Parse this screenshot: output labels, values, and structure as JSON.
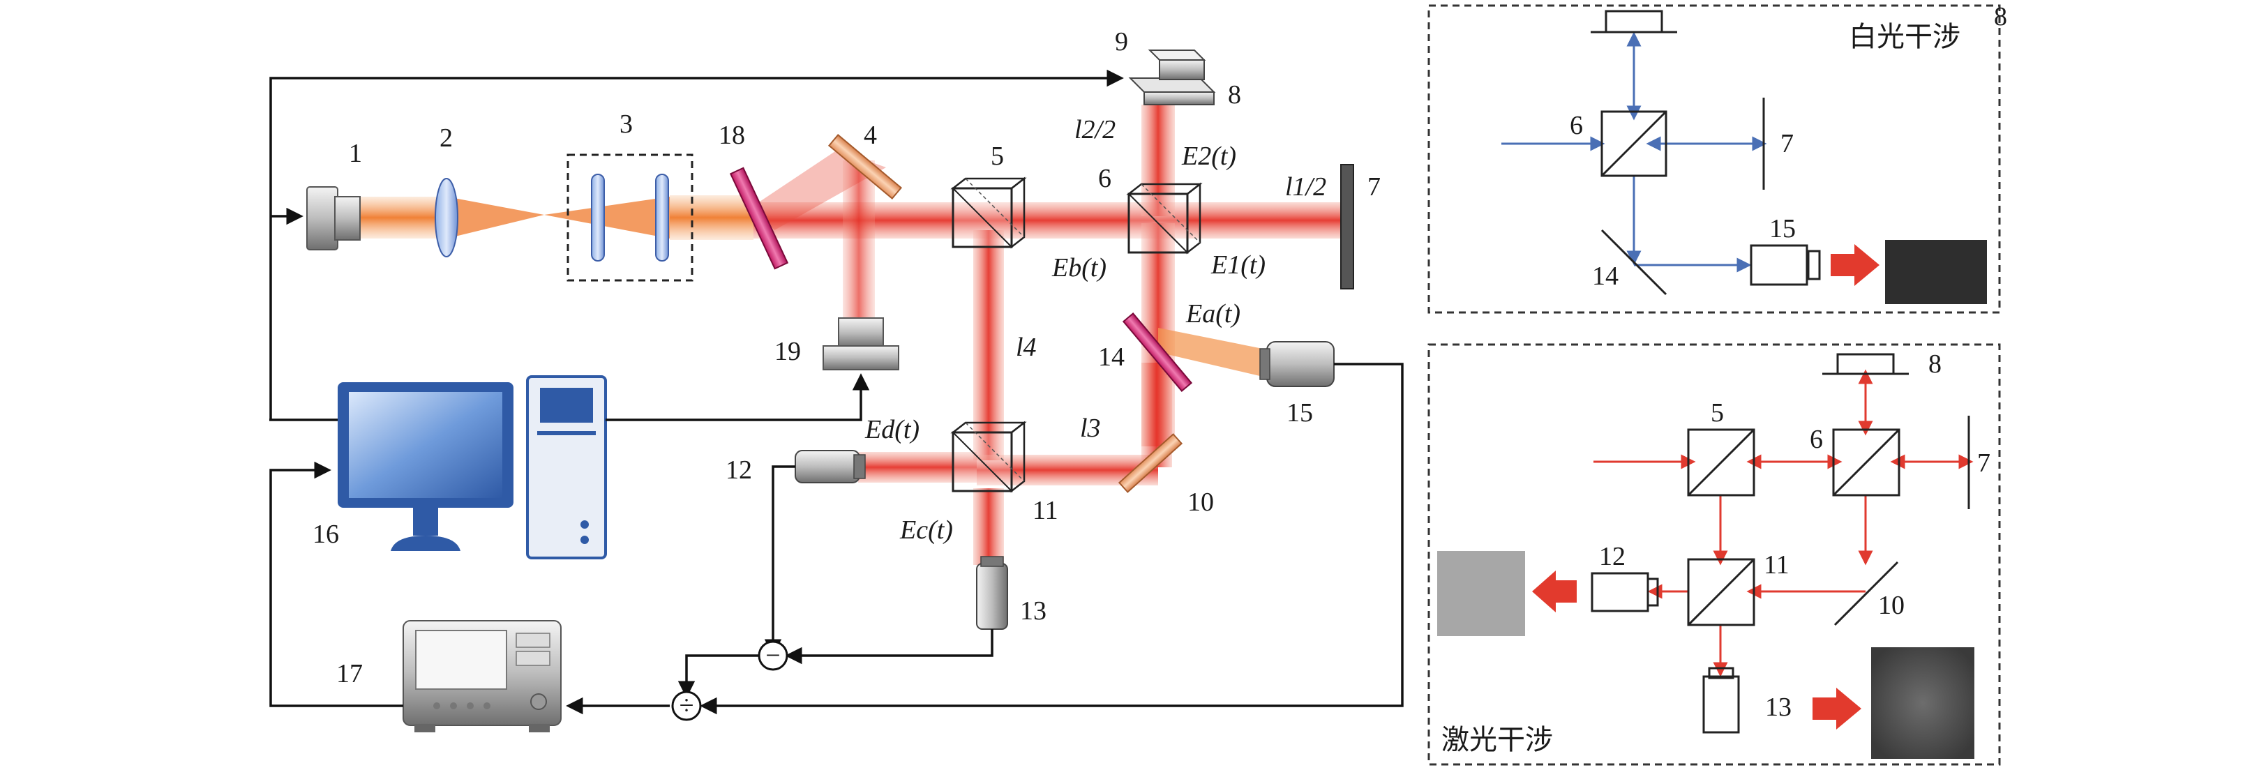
{
  "main_setup": {
    "components": [
      {
        "id": "1",
        "label": "1"
      },
      {
        "id": "2",
        "label": "2"
      },
      {
        "id": "3",
        "label": "3"
      },
      {
        "id": "4",
        "label": "4"
      },
      {
        "id": "5",
        "label": "5"
      },
      {
        "id": "6",
        "label": "6"
      },
      {
        "id": "7",
        "label": "7"
      },
      {
        "id": "8",
        "label": "8"
      },
      {
        "id": "9",
        "label": "9"
      },
      {
        "id": "10",
        "label": "10"
      },
      {
        "id": "11",
        "label": "11"
      },
      {
        "id": "12",
        "label": "12"
      },
      {
        "id": "13",
        "label": "13"
      },
      {
        "id": "14",
        "label": "14"
      },
      {
        "id": "15",
        "label": "15"
      },
      {
        "id": "16",
        "label": "16"
      },
      {
        "id": "17",
        "label": "17"
      },
      {
        "id": "18",
        "label": "18"
      },
      {
        "id": "19",
        "label": "19"
      }
    ],
    "field_labels": {
      "E2": "E2(t)",
      "E1": "E1(t)",
      "Eb": "Eb(t)",
      "Ea": "Ea(t)",
      "Ed": "Ed(t)",
      "Ec": "Ec(t)"
    },
    "path_labels": {
      "l2_half": "l2/2",
      "l1_half": "l1/2",
      "l4": "l4",
      "l3": "l3"
    },
    "operators": {
      "minus": "−",
      "divide": "÷"
    }
  },
  "white_light_panel": {
    "title": "白光干涉",
    "labels": {
      "n8": "8",
      "n6": "6",
      "n7": "7",
      "n14": "14",
      "n15": "15"
    }
  },
  "laser_panel": {
    "title": "激光干涉",
    "labels": {
      "n8": "8",
      "n5": "5",
      "n6": "6",
      "n7": "7",
      "n11": "11",
      "n12": "12",
      "n13": "13",
      "n10": "10"
    }
  },
  "colors": {
    "beam_orange": "#f2883a",
    "beam_red": "#e8352c",
    "panel_blue": "#4a6fb5",
    "panel_red": "#e03a2f",
    "monitor_blue": "#2f5aa6"
  }
}
